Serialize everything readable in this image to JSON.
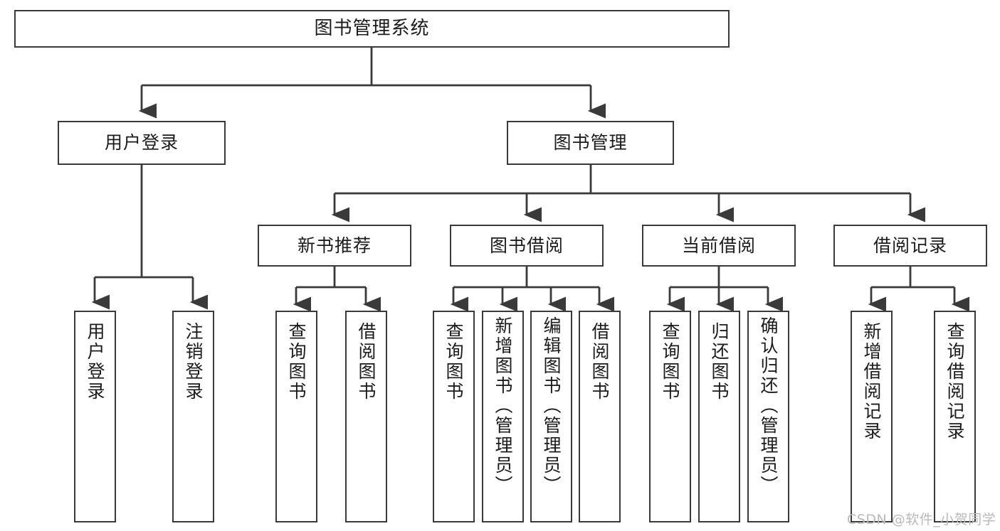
{
  "diagram": {
    "title": "图书管理系统",
    "type": "tree-hierarchy-diagram",
    "root": {
      "label": "图书管理系统"
    },
    "level2": [
      {
        "label": "用户登录"
      },
      {
        "label": "图书管理"
      }
    ],
    "level3": [
      {
        "label": "新书推荐"
      },
      {
        "label": "图书借阅"
      },
      {
        "label": "当前借阅"
      },
      {
        "label": "借阅记录"
      }
    ],
    "leaves": {
      "user_login": [
        {
          "label": "用户登录"
        },
        {
          "label": "注销登录"
        }
      ],
      "new_book_recommend": [
        {
          "label": "查询图书"
        },
        {
          "label": "借阅图书"
        }
      ],
      "book_borrow": [
        {
          "label": "查询图书"
        },
        {
          "label": "新增图书（管理员）"
        },
        {
          "label": "编辑图书（管理员）"
        },
        {
          "label": "借阅图书"
        }
      ],
      "current_borrow": [
        {
          "label": "查询图书"
        },
        {
          "label": "归还图书"
        },
        {
          "label": "确认归还（管理员）"
        }
      ],
      "borrow_record": [
        {
          "label": "新增借阅记录"
        },
        {
          "label": "查询借阅记录"
        }
      ]
    }
  },
  "watermark": {
    "text": "CSDN @软件_小贺同学"
  },
  "colors": {
    "stroke": "#3a3a3a",
    "box_fill": "#ffffff",
    "text": "#1b1b1b",
    "watermark": "#b9b9b9",
    "background": "#ffffff"
  }
}
